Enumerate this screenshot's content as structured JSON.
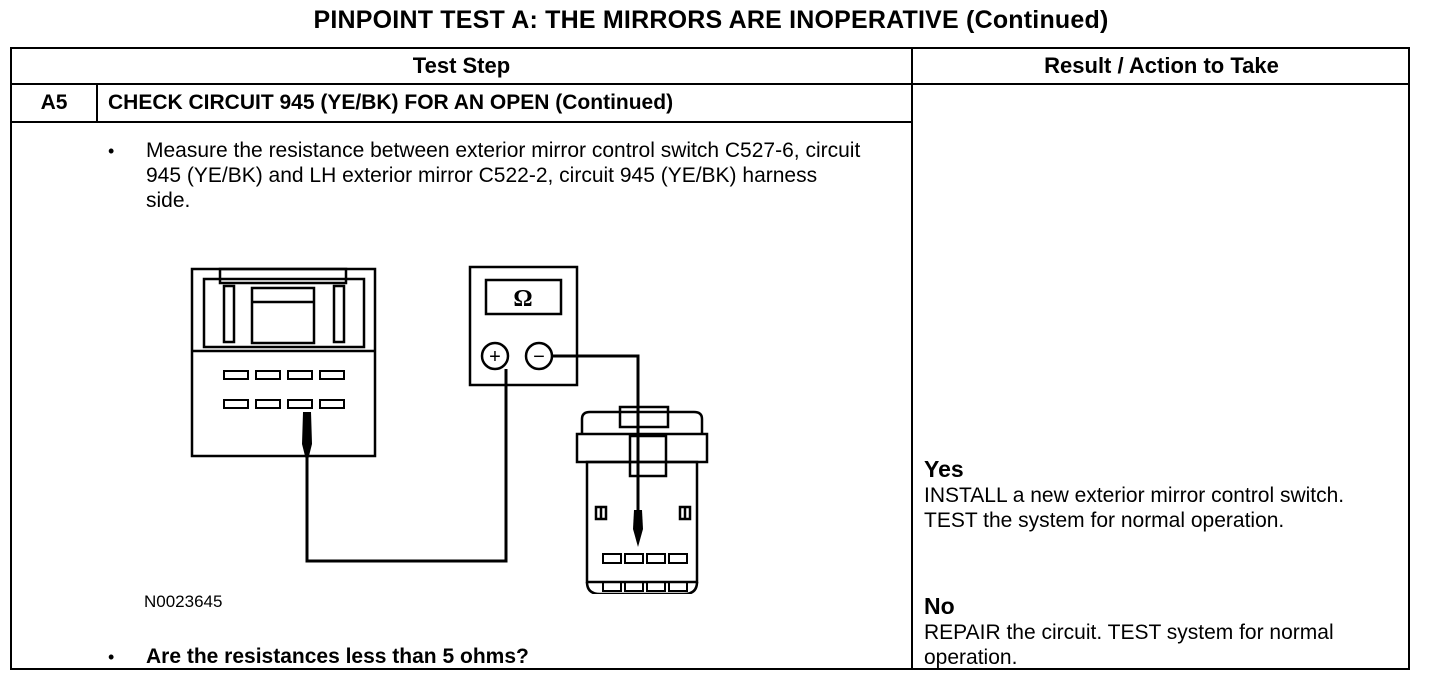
{
  "page": {
    "title": "PINPOINT TEST  A: THE MIRRORS ARE INOPERATIVE (Continued)"
  },
  "table": {
    "headers": {
      "test_step": "Test Step",
      "result": "Result / Action to Take"
    },
    "step": {
      "id": "A5",
      "title": "CHECK CIRCUIT 945 (YE/BK) FOR AN OPEN (Continued)",
      "bullet_glyph": "•",
      "instruction": "Measure the resistance between exterior mirror control switch C527-6, circuit 945 (YE/BK) and LH exterior mirror C522-2, circuit 945 (YE/BK) harness side.",
      "figure": {
        "meter_symbol": "Ω",
        "plus_symbol": "+",
        "minus_symbol": "−",
        "figure_id": "N0023645"
      },
      "question": "Are the resistances less than 5 ohms?"
    },
    "results": {
      "yes_label": "Yes",
      "yes_action": "INSTALL a new exterior mirror control switch. TEST the system for normal operation.",
      "no_label": "No",
      "no_action": "REPAIR the circuit. TEST system for normal operation."
    }
  }
}
